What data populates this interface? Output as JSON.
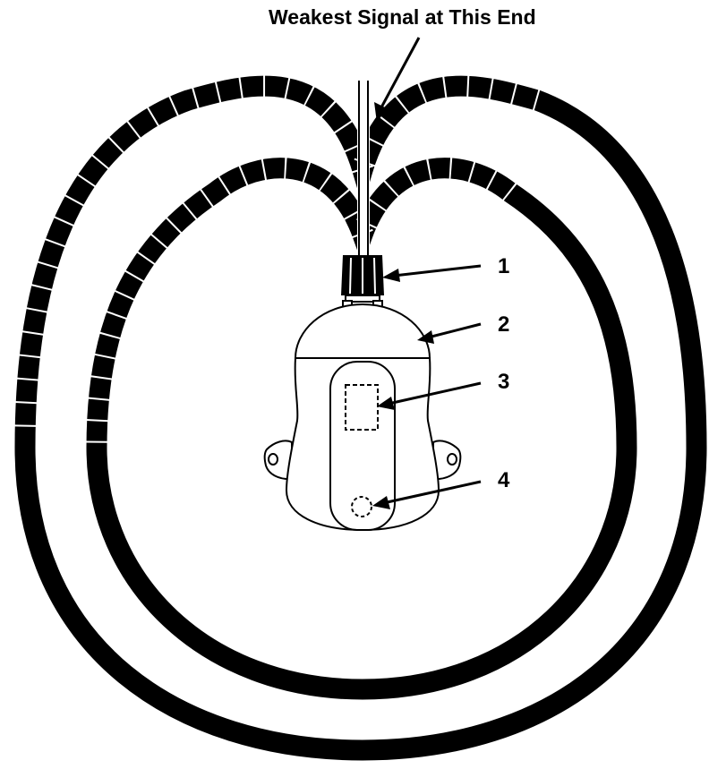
{
  "diagram": {
    "title": "Weakest Signal at This End",
    "callouts": [
      {
        "id": 1,
        "label": "1"
      },
      {
        "id": 2,
        "label": "2"
      },
      {
        "id": 3,
        "label": "3"
      },
      {
        "id": 4,
        "label": "4"
      }
    ],
    "colors": {
      "ink": "#000000",
      "paper": "#ffffff"
    }
  }
}
